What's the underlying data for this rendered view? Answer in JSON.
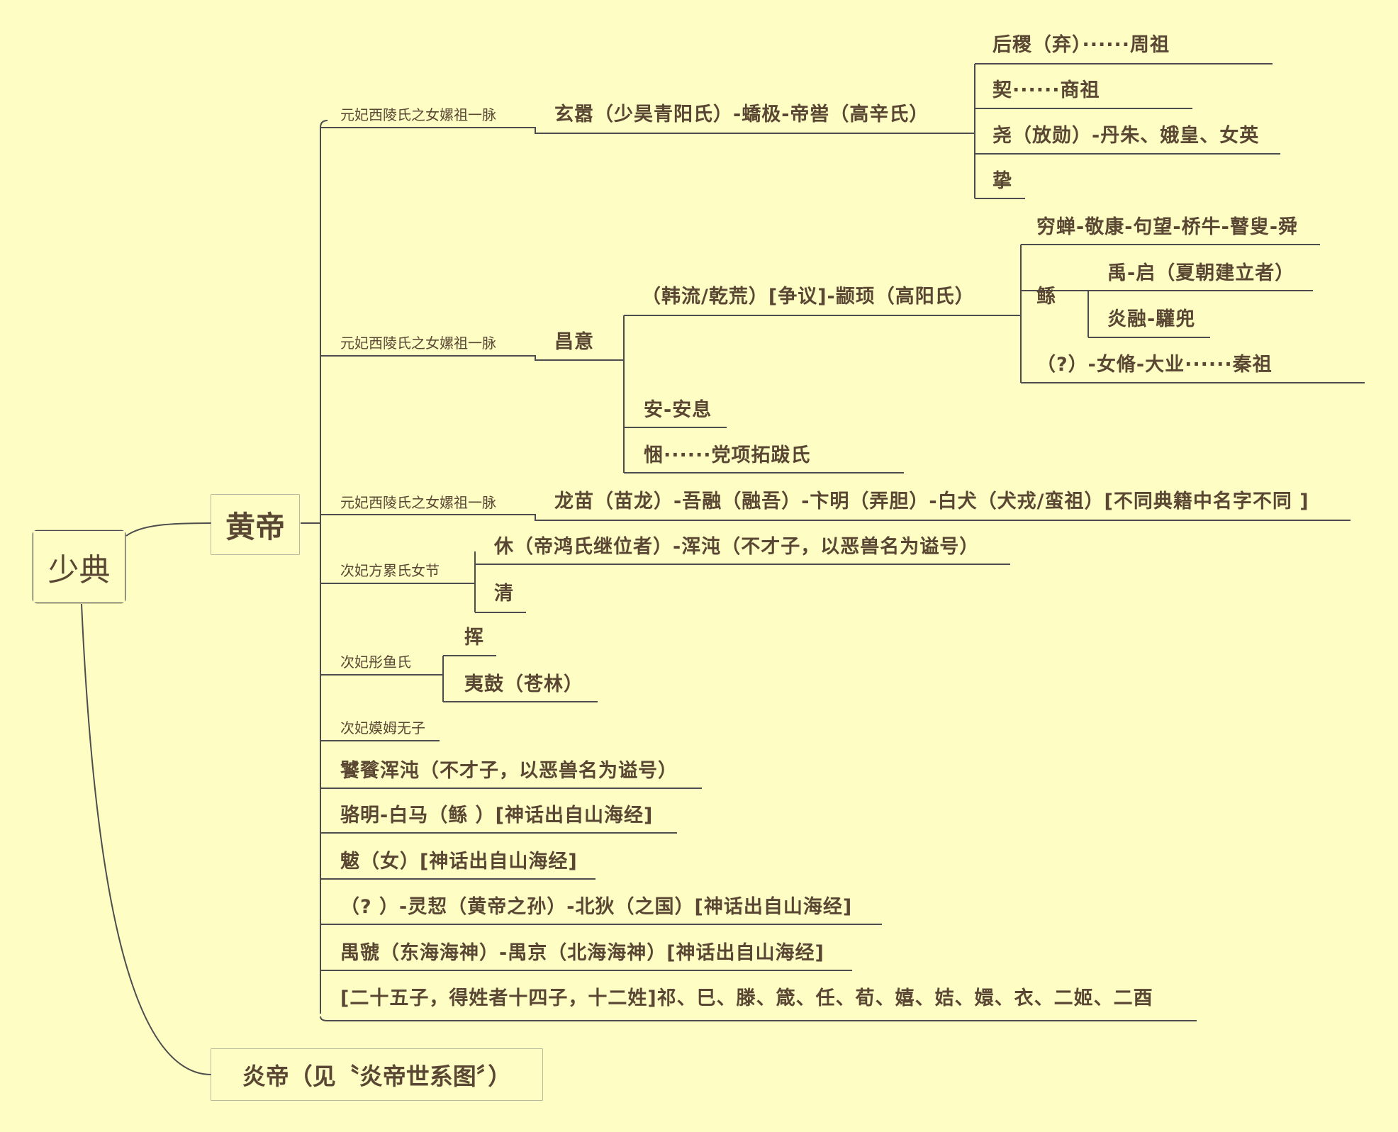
{
  "root": {
    "label": "少典"
  },
  "huangdi": {
    "label": "黄帝"
  },
  "yandi": {
    "label": "炎帝（见〝炎帝世系图〞）"
  },
  "branches": {
    "b1": {
      "spouse": "元妃西陵氏之女嫘祖一脉",
      "node": "玄嚣（少昊青阳氏）-蟜极-帝喾（高辛氏）",
      "children": [
        "后稷（弃）······周祖",
        "契······商祖",
        "尧（放勋）-丹朱、娥皇、女英",
        "挚"
      ]
    },
    "b2": {
      "spouse": "元妃西陵氏之女嫘祖一脉",
      "node": "昌意",
      "zhuanxu": "（韩流/乾荒）[争议]-颛顼（高阳氏）",
      "zhuanxu_children": {
        "qiongchan": "穷蝉-敬康-句望-桥牛-瞽叟-舜",
        "gun": "鲧",
        "gun_children": [
          "禹-启（夏朝建立者）",
          "炎融-驩兜"
        ],
        "qin": "（?）-女脩-大业······秦祖"
      },
      "an": "安-安息",
      "chang": "悃······党项拓跋氏"
    },
    "b3": {
      "spouse": "元妃西陵氏之女嫘祖一脉",
      "node": "龙苗（苗龙）-吾融（融吾）-卞明（弄胆）-白犬（犬戎/蛮祖）[不同典籍中名字不同 ]"
    },
    "b4": {
      "spouse": "次妃方累氏女节",
      "children": [
        "休（帝鸿氏继位者）-浑沌（不才子，以恶兽名为谥号）",
        "清"
      ]
    },
    "b5": {
      "spouse": "次妃彤鱼氏",
      "children": [
        "挥",
        "夷鼓（苍林）"
      ]
    },
    "b6": {
      "spouse": "次妃嫫姆无子"
    },
    "others": [
      "饕餮浑沌（不才子，以恶兽名为谥号）",
      "骆明-白马（鲧  ）[神话出自山海经]",
      "魃（女）[神话出自山海经]",
      "（?  ）-灵恝（黄帝之孙）-北狄（之国）[神话出自山海经]",
      "禺虢（东海海神）-禺京（北海海神）[神话出自山海经]",
      "[二十五子，得姓者十四子，十二姓]祁、巳、滕、箴、任、荀、嬉、姞、嬛、衣、二姬、二酉"
    ]
  },
  "colors": {
    "background": "#FEFDC4",
    "line": "#4d4d4d",
    "text": "#5a4733",
    "box_border": "#8a8a8a"
  }
}
